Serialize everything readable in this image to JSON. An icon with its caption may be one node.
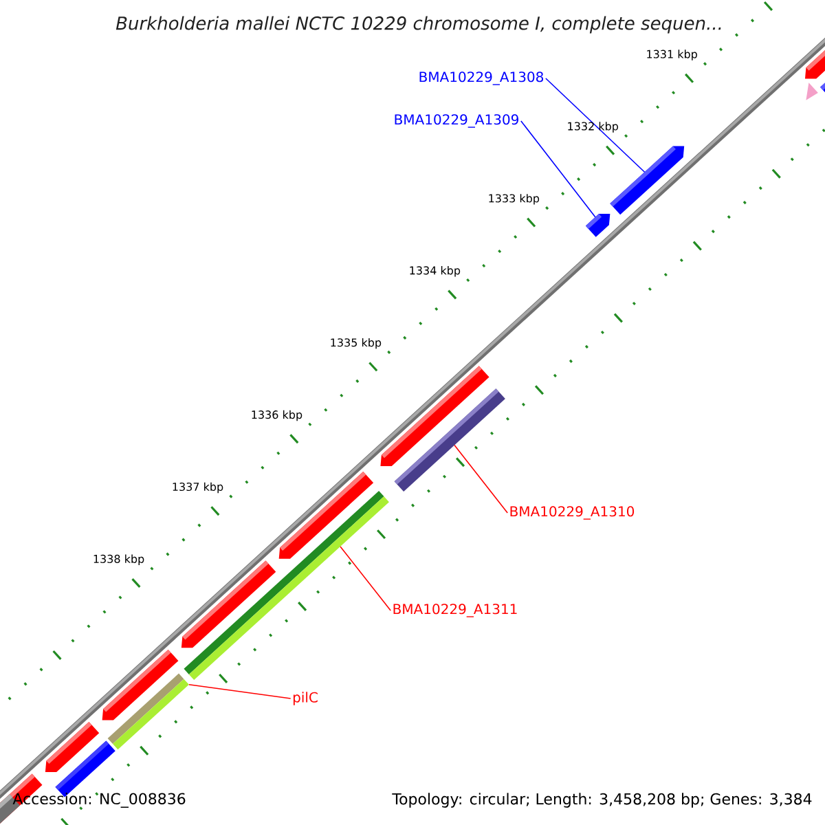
{
  "diagram": {
    "title": "Burkholderia mallei NCTC 10229 chromosome I, complete sequen...",
    "nodes": [
      {
        "text": [
          "BMA10229_A1308"
        ]
      },
      {
        "text": [
          "BMA10229_A1309"
        ]
      },
      {
        "text": [
          "BMA10229_A1310"
        ]
      },
      {
        "text": [
          "BMA10229_A1311"
        ]
      },
      {
        "text": [
          "pilC"
        ]
      },
      {
        "text": [],
        "shape": "bar"
      },
      {
        "text": [],
        "shape": "bar"
      },
      {
        "text": [],
        "shape": "bar"
      },
      {
        "text": [],
        "shape": "bar"
      },
      {
        "text": [],
        "shape": "bar"
      }
    ],
    "edges": [
      {
        "from": 0,
        "to": 5,
        "arrow": "none",
        "color": "#0000ff"
      },
      {
        "from": 1,
        "to": 6,
        "arrow": "none",
        "color": "#0000ff"
      },
      {
        "from": 2,
        "to": 7,
        "arrow": "none"
      },
      {
        "from": 3,
        "to": 8,
        "arrow": "none"
      },
      {
        "from": 4,
        "to": 9,
        "arrow": "none"
      }
    ],
    "labels": [
      "1331 kbp",
      "1332 kbp",
      "1333 kbp",
      "1334 kbp",
      "1335 kbp",
      "1336 kbp",
      "1337 kbp",
      "1338 kbp",
      "Accession: NC_008836",
      "Topology: circular; Length: 3,458,208 bp; Genes: 3,384"
    ]
  }
}
